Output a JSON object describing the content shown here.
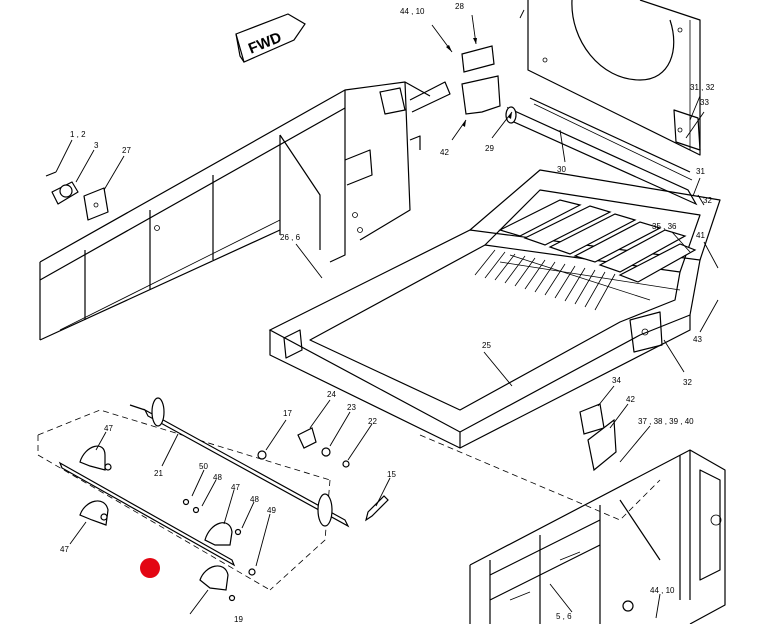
{
  "orientation_label": "FWD",
  "marker_color": "#e30613",
  "callouts": {
    "c_44_10_top": "44 , 10",
    "c_28": "28",
    "c_42_top": "42",
    "c_29": "29",
    "c_30": "30",
    "c_31_32": "31 , 32",
    "c_33": "33",
    "c_31": "31",
    "c_32_right": "32",
    "c_35_36": "35 , 36",
    "c_41": "41",
    "c_43": "43",
    "c_32_lower": "32",
    "c_1_2": "1 , 2",
    "c_3": "3",
    "c_27": "27",
    "c_26_6": "26 , 6",
    "c_25": "25",
    "c_34": "34",
    "c_42_mid": "42",
    "c_37_38_39_40": "37 , 38 , 39 , 40",
    "c_47_top": "47",
    "c_21": "21",
    "c_17": "17",
    "c_24": "24",
    "c_23": "23",
    "c_22": "22",
    "c_15": "15",
    "c_50": "50",
    "c_48_a": "48",
    "c_47_mid": "47",
    "c_48_b": "48",
    "c_49": "49",
    "c_47_left": "47",
    "c_19": "19",
    "c_5_6": "5 , 6",
    "c_44_10_bottom": "44 , 10"
  }
}
